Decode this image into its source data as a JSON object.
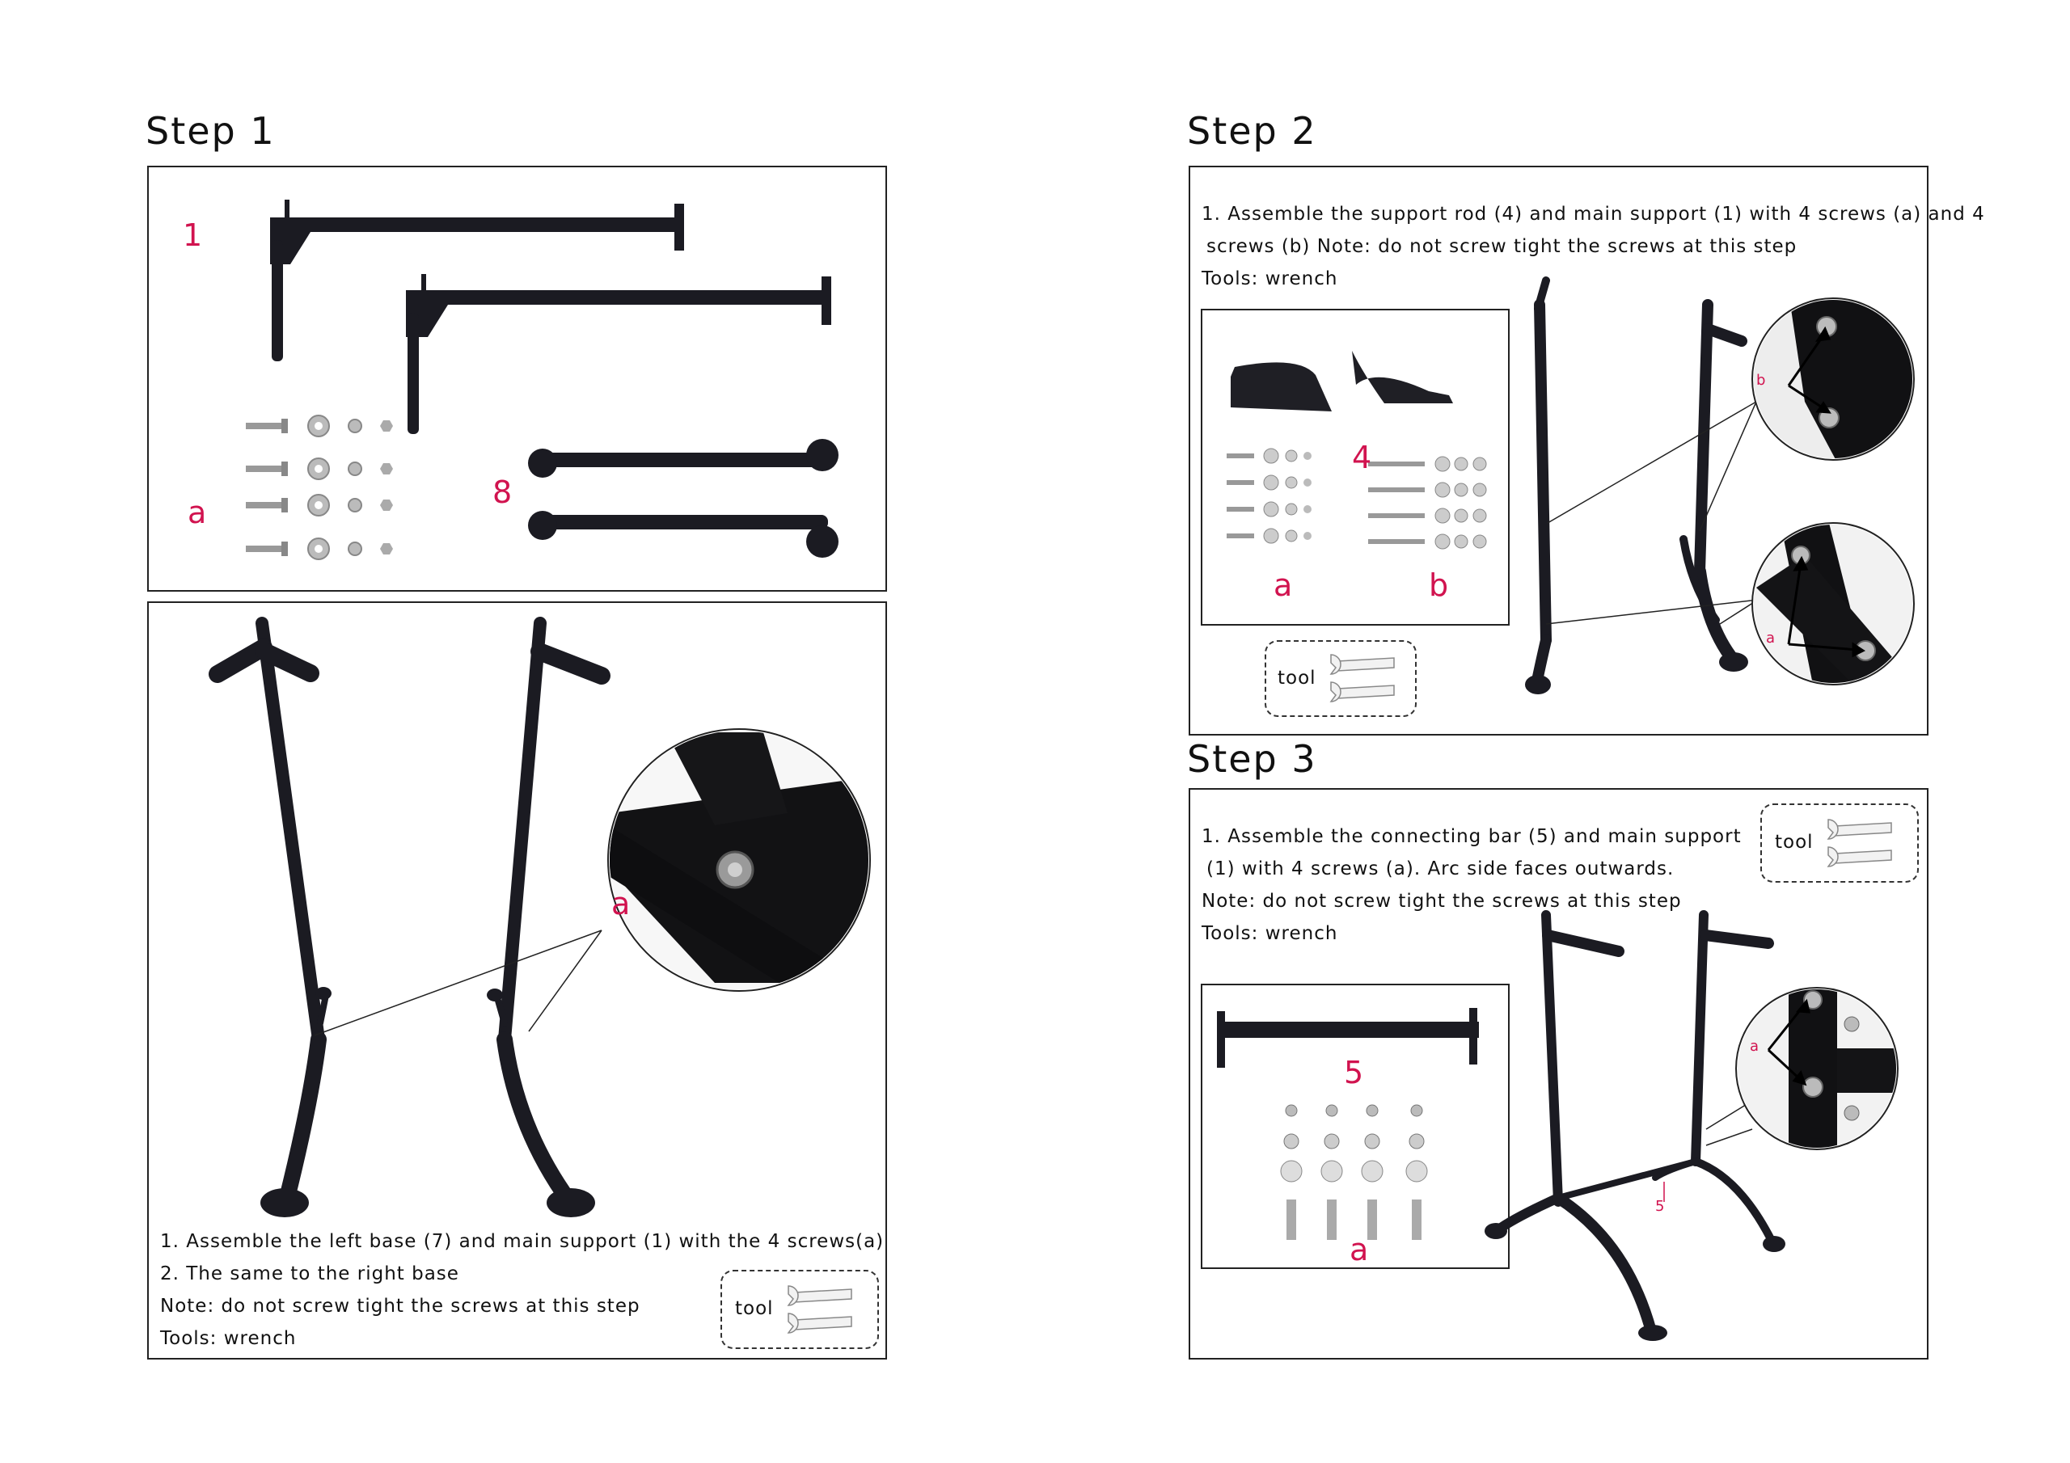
{
  "step1": {
    "title": "Step 1",
    "parts": {
      "main_support_label": "1",
      "base_label": "8",
      "screws_label": "a"
    },
    "detail_label": "a",
    "instructions": [
      "1. Assemble the left base (7) and main support (1) with the 4 screws(a)",
      "2. The same to the right base",
      "Note: do not screw tight the screws at this step",
      "Tools: wrench"
    ],
    "tool_label": "tool"
  },
  "step2": {
    "title": "Step 2",
    "instructions": [
      "1. Assemble the support rod (4) and main support (1) with 4 screws (a) and 4",
      "screws (b) Note: do not screw tight the screws at this step",
      "Tools: wrench"
    ],
    "parts": {
      "support_rod_label": "4",
      "screws_a_label": "a",
      "screws_b_label": "b"
    },
    "detail_labels": {
      "top": "b",
      "bottom": "a"
    },
    "tool_label": "tool"
  },
  "step3": {
    "title": "Step 3",
    "instructions": [
      "1. Assemble the connecting bar (5) and main support",
      "(1) with 4 screws (a). Arc side faces outwards.",
      "Note: do not screw tight the screws at this step",
      "Tools: wrench"
    ],
    "parts": {
      "connecting_bar_label": "5",
      "screws_label": "a"
    },
    "callout_label": "5",
    "detail_label": "a",
    "tool_label": "tool"
  },
  "colors": {
    "frame": "#1b1b22",
    "accent_red": "#d1134f",
    "border": "#222222"
  }
}
